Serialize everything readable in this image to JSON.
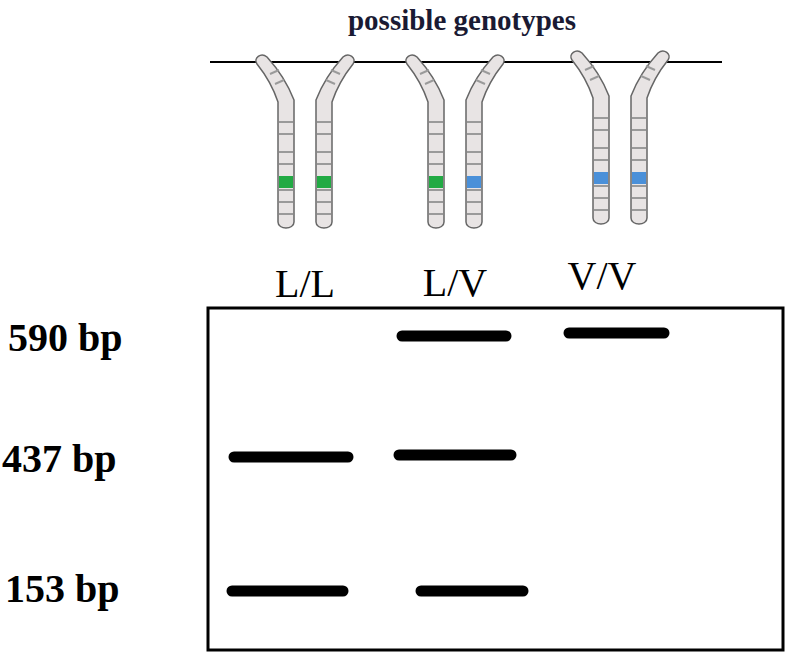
{
  "diagram": {
    "title": "possible genotypes",
    "labels": [
      "L/L",
      "L/V",
      "V/V",
      "590 bp",
      "437 bp",
      "153 bp"
    ]
  }
}
